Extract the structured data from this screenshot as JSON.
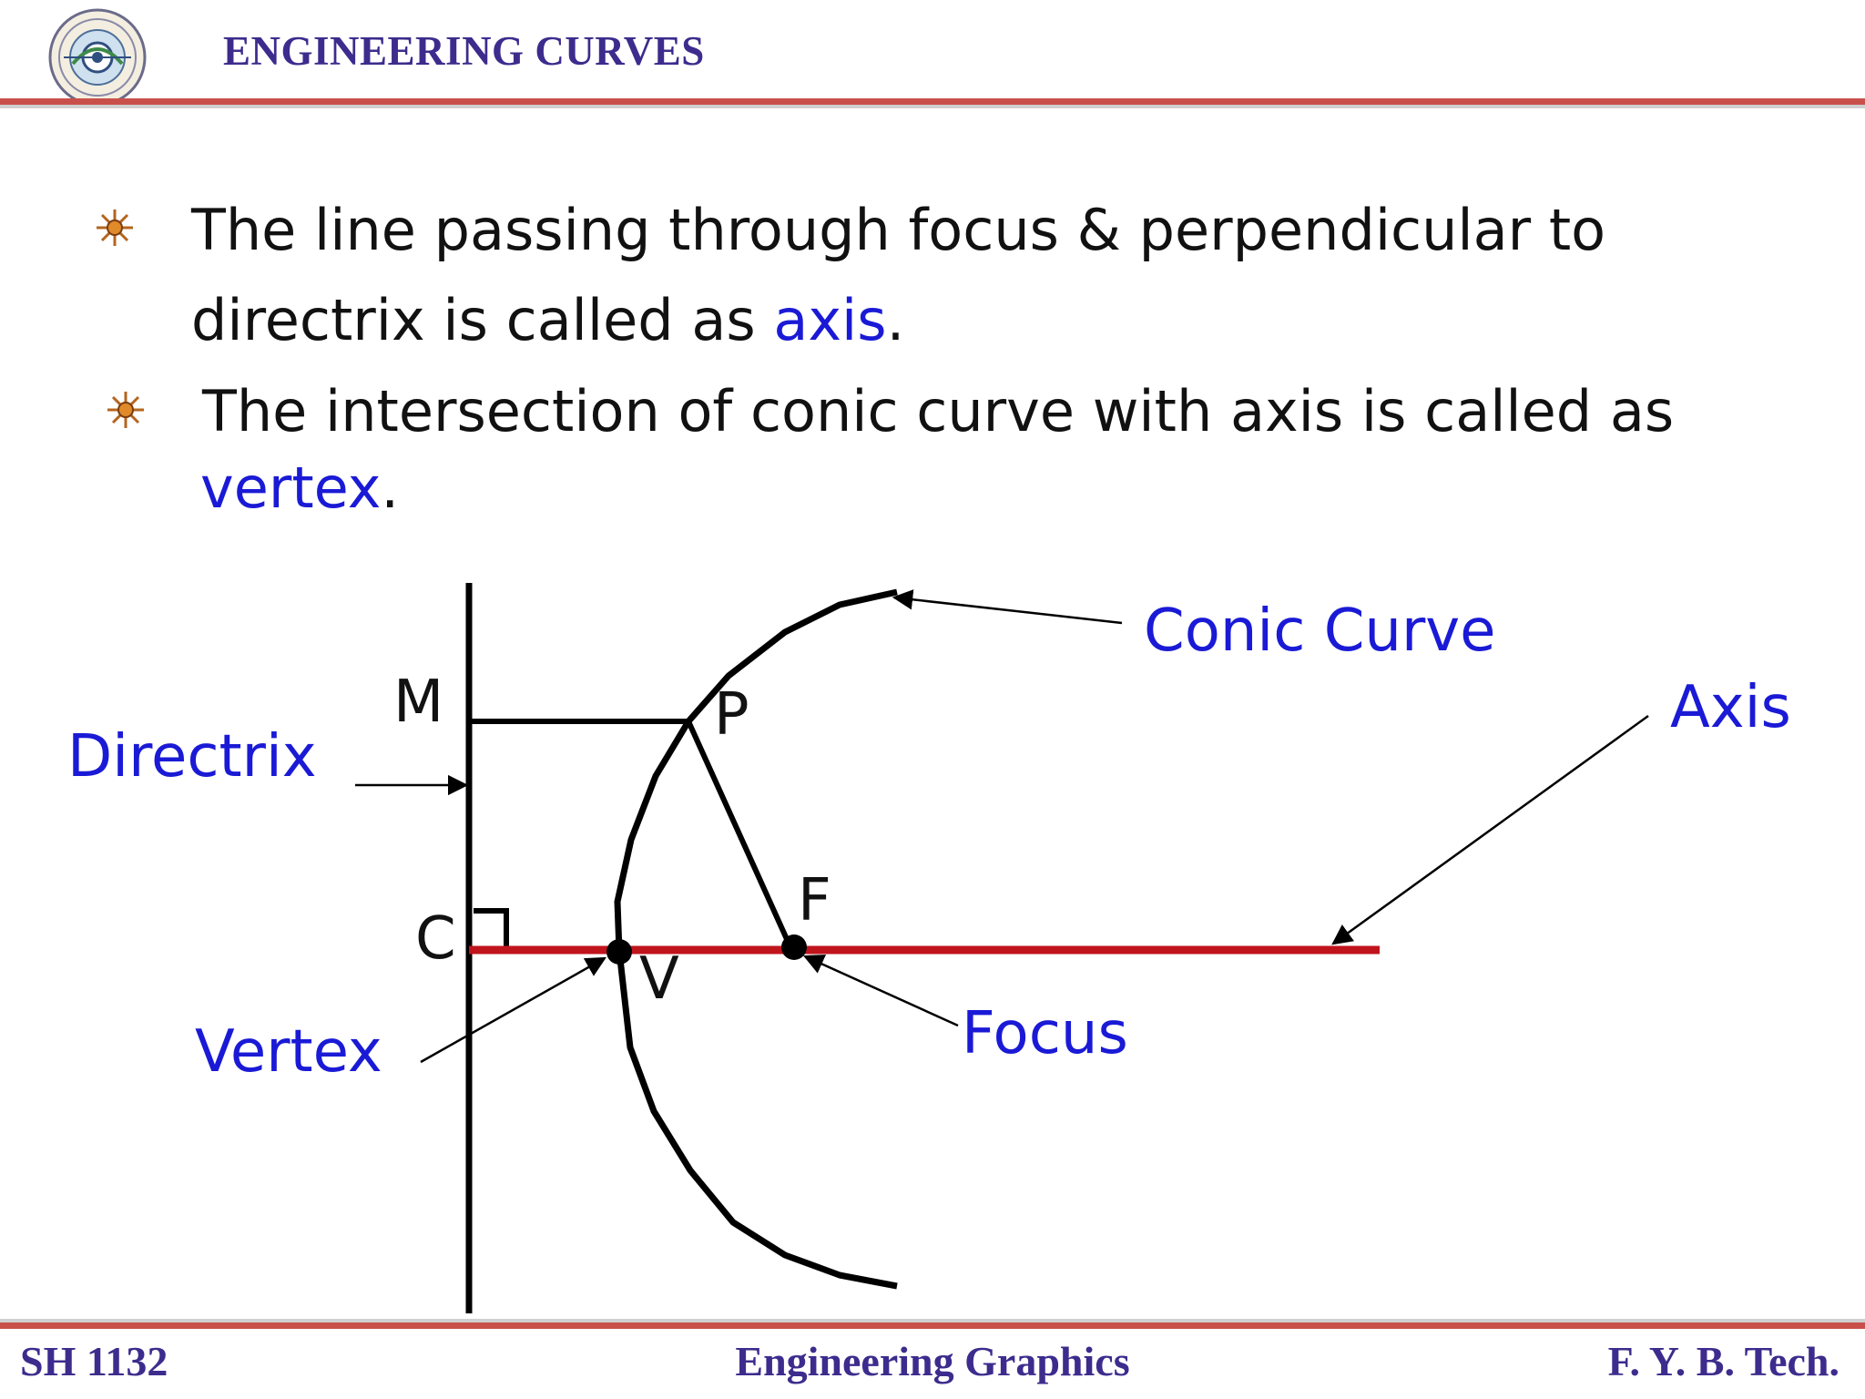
{
  "header": {
    "title": "ENGINEERING CURVES"
  },
  "bullets": [
    {
      "lines": [
        [
          {
            "text": "The line passing through focus & perpendicular to",
            "kw": false
          }
        ],
        [
          {
            "text": "directrix is called as ",
            "kw": false
          },
          {
            "text": "axis",
            "kw": true
          },
          {
            "text": ".",
            "kw": false
          }
        ]
      ]
    },
    {
      "lines": [
        [
          {
            "text": "The intersection of conic curve with axis is called as",
            "kw": false
          }
        ],
        [
          {
            "text": "vertex",
            "kw": true
          },
          {
            "text": ".",
            "kw": false
          }
        ]
      ]
    }
  ],
  "diagram": {
    "labels": {
      "conic_curve": "Conic Curve",
      "axis": "Axis",
      "directrix": "Directrix",
      "vertex": "Vertex",
      "focus": "Focus",
      "point_m": "M",
      "point_p": "P",
      "point_f": "F",
      "point_c": "C",
      "point_v": "V"
    },
    "colors": {
      "annotation": "#1a1ad6",
      "axis_line": "#c0141c",
      "lines": "#000000"
    }
  },
  "footer": {
    "left": "SH 1132",
    "center": "Engineering Graphics",
    "right": "F. Y.  B. Tech."
  }
}
